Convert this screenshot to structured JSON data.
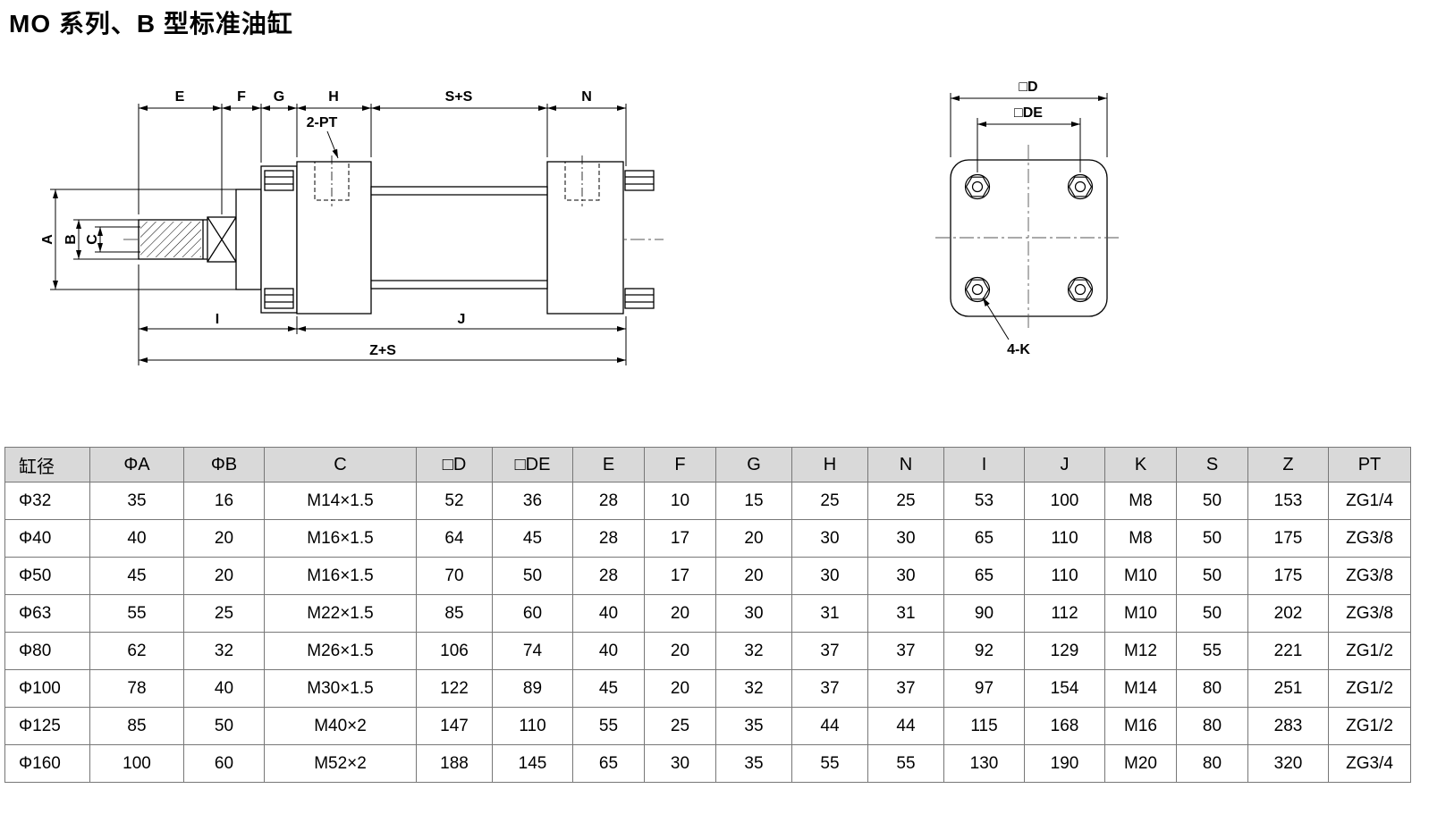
{
  "page": {
    "title": "MO 系列、B 型标准油缸"
  },
  "diagram": {
    "side_view": {
      "dim_e": "E",
      "dim_f": "F",
      "dim_g": "G",
      "dim_h": "H",
      "dim_ss": "S+S",
      "dim_n": "N",
      "port": "2-PT",
      "dim_a": "A",
      "dim_b": "B",
      "dim_c": "C",
      "dim_i": "I",
      "dim_j": "J",
      "dim_zs": "Z+S"
    },
    "end_view": {
      "dim_d": "□D",
      "dim_de": "□DE",
      "bolts": "4-K"
    }
  },
  "table": {
    "headers": [
      "缸径",
      "ΦA",
      "ΦB",
      "C",
      "□D",
      "□DE",
      "E",
      "F",
      "G",
      "H",
      "N",
      "I",
      "J",
      "K",
      "S",
      "Z",
      "PT"
    ],
    "rows": [
      [
        "Φ32",
        "35",
        "16",
        "M14×1.5",
        "52",
        "36",
        "28",
        "10",
        "15",
        "25",
        "25",
        "53",
        "100",
        "M8",
        "50",
        "153",
        "ZG1/4"
      ],
      [
        "Φ40",
        "40",
        "20",
        "M16×1.5",
        "64",
        "45",
        "28",
        "17",
        "20",
        "30",
        "30",
        "65",
        "110",
        "M8",
        "50",
        "175",
        "ZG3/8"
      ],
      [
        "Φ50",
        "45",
        "20",
        "M16×1.5",
        "70",
        "50",
        "28",
        "17",
        "20",
        "30",
        "30",
        "65",
        "110",
        "M10",
        "50",
        "175",
        "ZG3/8"
      ],
      [
        "Φ63",
        "55",
        "25",
        "M22×1.5",
        "85",
        "60",
        "40",
        "20",
        "30",
        "31",
        "31",
        "90",
        "112",
        "M10",
        "50",
        "202",
        "ZG3/8"
      ],
      [
        "Φ80",
        "62",
        "32",
        "M26×1.5",
        "106",
        "74",
        "40",
        "20",
        "32",
        "37",
        "37",
        "92",
        "129",
        "M12",
        "55",
        "221",
        "ZG1/2"
      ],
      [
        "Φ100",
        "78",
        "40",
        "M30×1.5",
        "122",
        "89",
        "45",
        "20",
        "32",
        "37",
        "37",
        "97",
        "154",
        "M14",
        "80",
        "251",
        "ZG1/2"
      ],
      [
        "Φ125",
        "85",
        "50",
        "M40×2",
        "147",
        "110",
        "55",
        "25",
        "35",
        "44",
        "44",
        "115",
        "168",
        "M16",
        "80",
        "283",
        "ZG1/2"
      ],
      [
        "Φ160",
        "100",
        "60",
        "M52×2",
        "188",
        "145",
        "65",
        "30",
        "35",
        "55",
        "55",
        "130",
        "190",
        "M20",
        "80",
        "320",
        "ZG3/4"
      ]
    ]
  }
}
